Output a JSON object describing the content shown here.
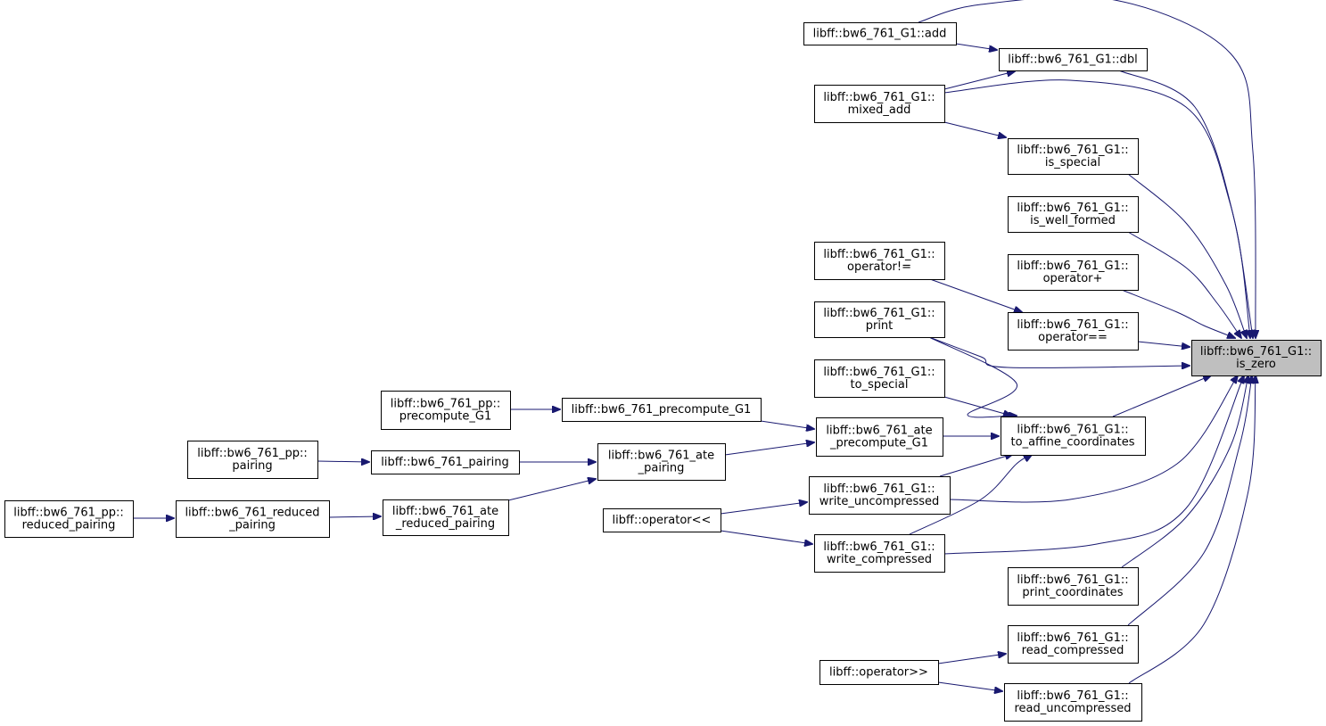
{
  "diagram": {
    "type": "call-graph",
    "edge_color": "#191970",
    "focus_fill": "#bfbfbf",
    "nodes": [
      {
        "id": "is_zero",
        "lines": [
          "libff::bw6_761_G1::",
          "is_zero"
        ],
        "focus": true
      },
      {
        "id": "add",
        "lines": [
          "libff::bw6_761_G1::add"
        ]
      },
      {
        "id": "dbl",
        "lines": [
          "libff::bw6_761_G1::dbl"
        ]
      },
      {
        "id": "mixed_add",
        "lines": [
          "libff::bw6_761_G1::",
          "mixed_add"
        ]
      },
      {
        "id": "is_special",
        "lines": [
          "libff::bw6_761_G1::",
          "is_special"
        ]
      },
      {
        "id": "is_well_formed",
        "lines": [
          "libff::bw6_761_G1::",
          "is_well_formed"
        ]
      },
      {
        "id": "op_neq",
        "lines": [
          "libff::bw6_761_G1::",
          "operator!="
        ]
      },
      {
        "id": "op_plus",
        "lines": [
          "libff::bw6_761_G1::",
          "operator+"
        ]
      },
      {
        "id": "print",
        "lines": [
          "libff::bw6_761_G1::",
          "print"
        ]
      },
      {
        "id": "op_eq",
        "lines": [
          "libff::bw6_761_G1::",
          "operator=="
        ]
      },
      {
        "id": "to_special",
        "lines": [
          "libff::bw6_761_G1::",
          "to_special"
        ]
      },
      {
        "id": "to_affine",
        "lines": [
          "libff::bw6_761_G1::",
          "to_affine_coordinates"
        ]
      },
      {
        "id": "pp_precompute",
        "lines": [
          "libff::bw6_761_pp::",
          "precompute_G1"
        ]
      },
      {
        "id": "precompute_G1",
        "lines": [
          "libff::bw6_761_precompute_G1"
        ]
      },
      {
        "id": "ate_precompute",
        "lines": [
          "libff::bw6_761_ate",
          "_precompute_G1"
        ]
      },
      {
        "id": "pp_pairing",
        "lines": [
          "libff::bw6_761_pp::",
          "pairing"
        ]
      },
      {
        "id": "pairing",
        "lines": [
          "libff::bw6_761_pairing"
        ]
      },
      {
        "id": "ate_pairing",
        "lines": [
          "libff::bw6_761_ate",
          "_pairing"
        ]
      },
      {
        "id": "write_uncompressed",
        "lines": [
          "libff::bw6_761_G1::",
          "write_uncompressed"
        ]
      },
      {
        "id": "pp_reduced",
        "lines": [
          "libff::bw6_761_pp::",
          "reduced_pairing"
        ]
      },
      {
        "id": "reduced_pairing",
        "lines": [
          "libff::bw6_761_reduced",
          "_pairing"
        ]
      },
      {
        "id": "ate_reduced",
        "lines": [
          "libff::bw6_761_ate",
          "_reduced_pairing"
        ]
      },
      {
        "id": "op_out",
        "lines": [
          "libff::operator<<"
        ]
      },
      {
        "id": "write_compressed",
        "lines": [
          "libff::bw6_761_G1::",
          "write_compressed"
        ]
      },
      {
        "id": "print_coords",
        "lines": [
          "libff::bw6_761_G1::",
          "print_coordinates"
        ]
      },
      {
        "id": "read_compressed",
        "lines": [
          "libff::bw6_761_G1::",
          "read_compressed"
        ]
      },
      {
        "id": "op_in",
        "lines": [
          "libff::operator>>"
        ]
      },
      {
        "id": "read_uncompressed",
        "lines": [
          "libff::bw6_761_G1::",
          "read_uncompressed"
        ]
      }
    ],
    "edges": [
      {
        "from": "add",
        "to": "dbl"
      },
      {
        "from": "add",
        "to": "is_zero"
      },
      {
        "from": "mixed_add",
        "to": "dbl"
      },
      {
        "from": "mixed_add",
        "to": "is_zero"
      },
      {
        "from": "mixed_add",
        "to": "is_special"
      },
      {
        "from": "dbl",
        "to": "is_zero"
      },
      {
        "from": "is_special",
        "to": "is_zero"
      },
      {
        "from": "is_well_formed",
        "to": "is_zero"
      },
      {
        "from": "op_plus",
        "to": "is_zero"
      },
      {
        "from": "op_neq",
        "to": "op_eq"
      },
      {
        "from": "op_eq",
        "to": "is_zero"
      },
      {
        "from": "print",
        "to": "is_zero"
      },
      {
        "from": "print",
        "to": "to_affine"
      },
      {
        "from": "to_special",
        "to": "to_affine"
      },
      {
        "from": "to_affine",
        "to": "is_zero"
      },
      {
        "from": "pp_precompute",
        "to": "precompute_G1"
      },
      {
        "from": "precompute_G1",
        "to": "ate_precompute"
      },
      {
        "from": "ate_precompute",
        "to": "to_affine"
      },
      {
        "from": "pp_pairing",
        "to": "pairing"
      },
      {
        "from": "pairing",
        "to": "ate_pairing"
      },
      {
        "from": "ate_pairing",
        "to": "ate_precompute"
      },
      {
        "from": "pp_reduced",
        "to": "reduced_pairing"
      },
      {
        "from": "reduced_pairing",
        "to": "ate_reduced"
      },
      {
        "from": "ate_reduced",
        "to": "ate_pairing"
      },
      {
        "from": "write_uncompressed",
        "to": "to_affine"
      },
      {
        "from": "write_uncompressed",
        "to": "is_zero"
      },
      {
        "from": "op_out",
        "to": "write_uncompressed"
      },
      {
        "from": "op_out",
        "to": "write_compressed"
      },
      {
        "from": "write_compressed",
        "to": "to_affine"
      },
      {
        "from": "write_compressed",
        "to": "is_zero"
      },
      {
        "from": "print_coords",
        "to": "is_zero"
      },
      {
        "from": "read_compressed",
        "to": "is_zero"
      },
      {
        "from": "op_in",
        "to": "read_compressed"
      },
      {
        "from": "op_in",
        "to": "read_uncompressed"
      },
      {
        "from": "read_uncompressed",
        "to": "is_zero"
      }
    ]
  }
}
